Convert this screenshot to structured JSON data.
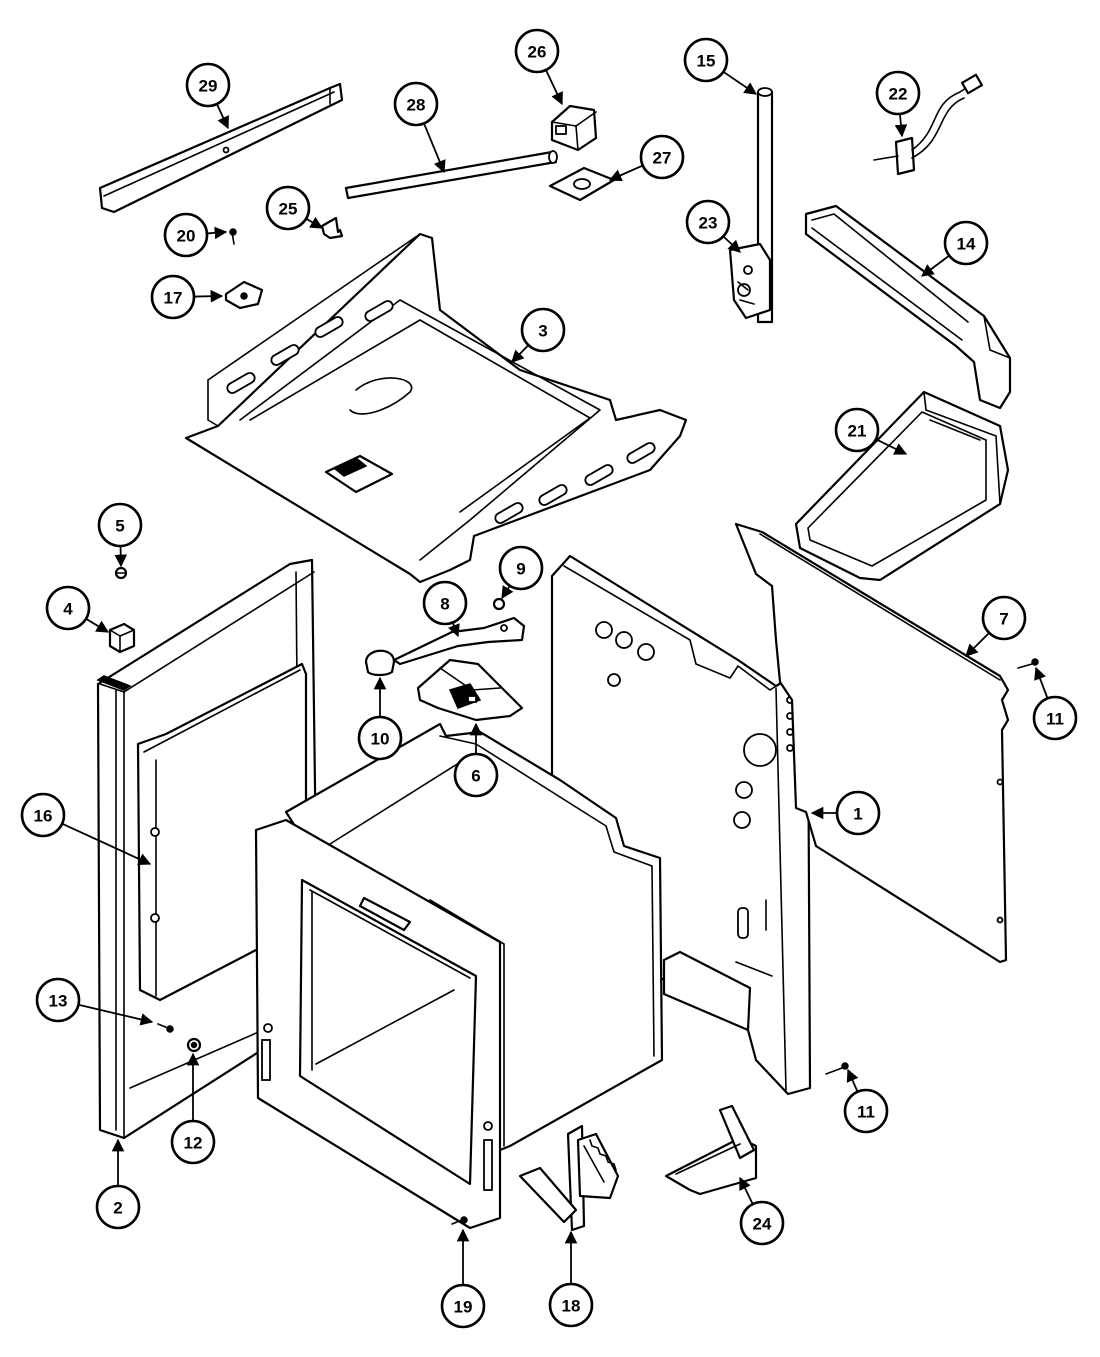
{
  "callouts": [
    "1",
    "2",
    "3",
    "4",
    "5",
    "6",
    "7",
    "8",
    "9",
    "10",
    "11",
    "11",
    "12",
    "13",
    "14",
    "15",
    "16",
    "17",
    "18",
    "19",
    "20",
    "21",
    "22",
    "23",
    "24",
    "25",
    "26",
    "27",
    "28",
    "29"
  ]
}
